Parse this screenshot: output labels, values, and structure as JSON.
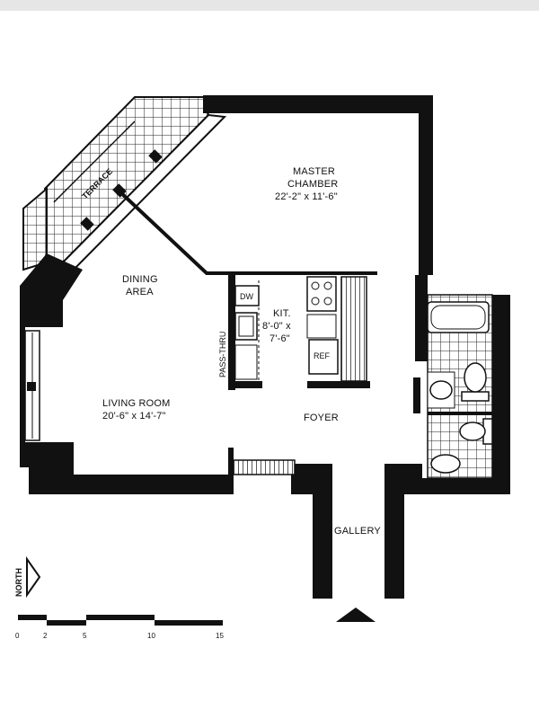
{
  "rooms": {
    "master_chamber": {
      "name_line1": "MASTER",
      "name_line2": "CHAMBER",
      "size": "22'-2\" x 11'-6\""
    },
    "dining": {
      "name_line1": "DINING",
      "name_line2": "AREA"
    },
    "kitchen": {
      "name": "KIT.",
      "size_line1": "8'-0\" x",
      "size_line2": "7'-6\""
    },
    "living_room": {
      "name": "LIVING ROOM",
      "size": "20'-6\" x 14'-7\""
    },
    "foyer": {
      "name": "FOYER"
    },
    "gallery": {
      "name": "GALLERY"
    },
    "terrace": {
      "name": "TERRACE"
    }
  },
  "fixtures": {
    "dishwasher": "DW",
    "refrigerator": "REF",
    "pass_thru": "PASS-THRU"
  },
  "north_label": "NORTH",
  "scale": {
    "ticks": [
      "0",
      "2",
      "5",
      "10",
      "15"
    ]
  }
}
